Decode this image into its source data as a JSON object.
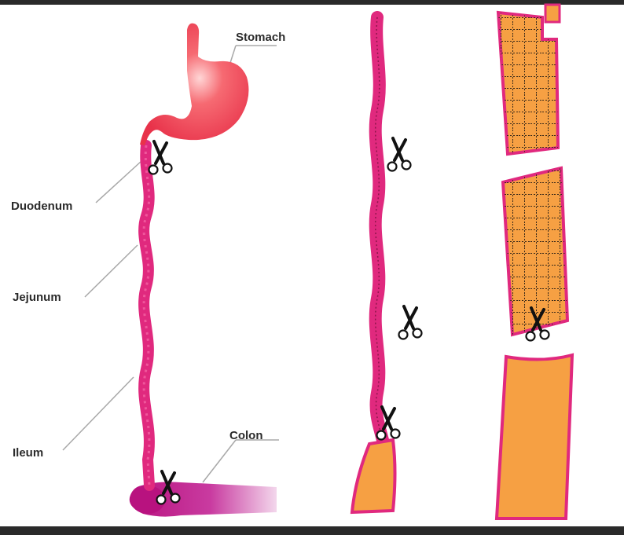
{
  "labels": {
    "stomach": "Stomach",
    "duodenum": "Duodenum",
    "jejunum": "Jejunum",
    "ileum": "Ileum",
    "colon": "Colon"
  },
  "colors": {
    "intestine": "#e0297e",
    "intestine_dark": "#b5135f",
    "stomach": "#f04a5a",
    "colon": "#c21a8a",
    "tissue": "#f6a043",
    "tissue_border": "#e0297e",
    "stitch": "#3a2a1a",
    "leader": "#a8a8a8",
    "frame": "#2a2a2a"
  },
  "icons": [
    "scissors-icon"
  ]
}
